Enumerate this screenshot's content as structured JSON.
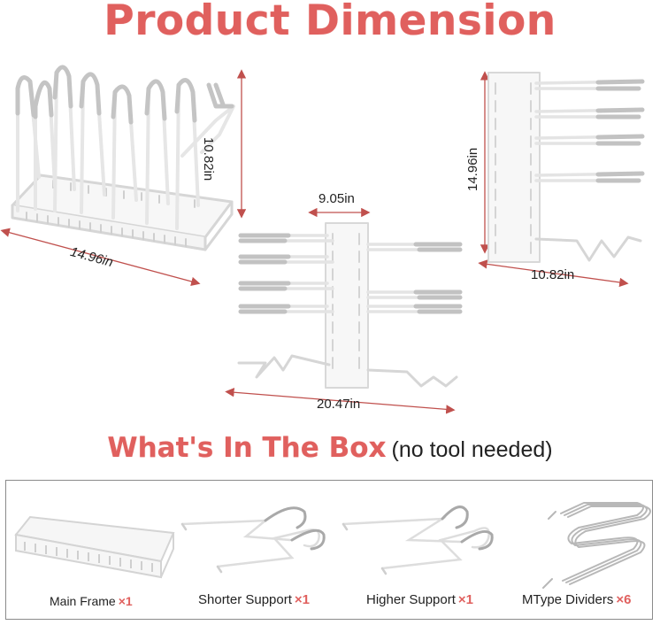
{
  "title": "Product Dimension",
  "dimensions": {
    "rack_height": "10.82in",
    "rack_length": "14.96in",
    "horizontal_depth": "9.05in",
    "horizontal_length": "20.47in",
    "vertical_height": "14.96in",
    "vertical_width": "10.82in"
  },
  "in_the_box": {
    "title": "What's In The Box",
    "subtitle": "(no tool needed)",
    "items": [
      {
        "name": "Main Frame",
        "qty": "×1"
      },
      {
        "name": "Shorter Support",
        "qty": "×1"
      },
      {
        "name": "Higher Support",
        "qty": "×1"
      },
      {
        "name": "MType Dividers",
        "qty": "×6"
      }
    ]
  },
  "colors": {
    "accent": "#e0605e",
    "arrow": "#c0504d",
    "product_white": "#f2f2f2",
    "rubber_grey": "#bdbdbd"
  }
}
